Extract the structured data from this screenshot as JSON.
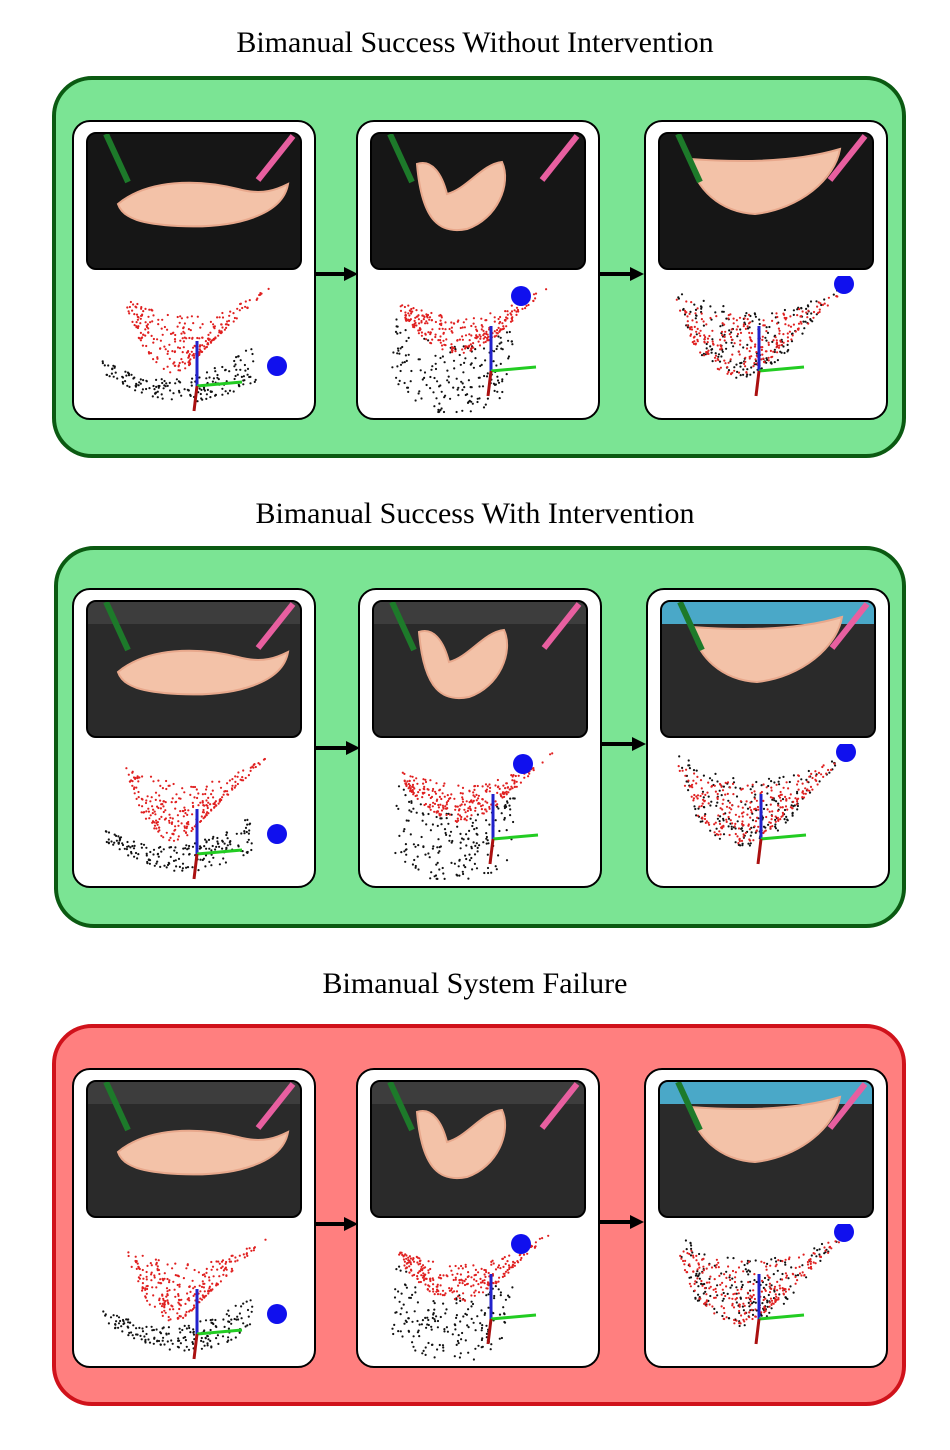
{
  "sections": [
    {
      "title": "Bimanual Success Without Intervention",
      "status": "success",
      "fill": "#7be494",
      "border": "#0b5a12"
    },
    {
      "title": "Bimanual Success With Intervention",
      "status": "success",
      "fill": "#7be494",
      "border": "#0b5a12"
    },
    {
      "title": "Bimanual System Failure",
      "status": "failure",
      "fill": "#ff7f7f",
      "border": "#d0121b"
    }
  ],
  "colors": {
    "target_cloud": "#e02020",
    "observed_cloud": "#111111",
    "goal_marker": "#1010ee",
    "axis_x": "#22cc22",
    "axis_y": "#2222cc",
    "axis_z": "#aa1010",
    "arrow": "#000000"
  }
}
